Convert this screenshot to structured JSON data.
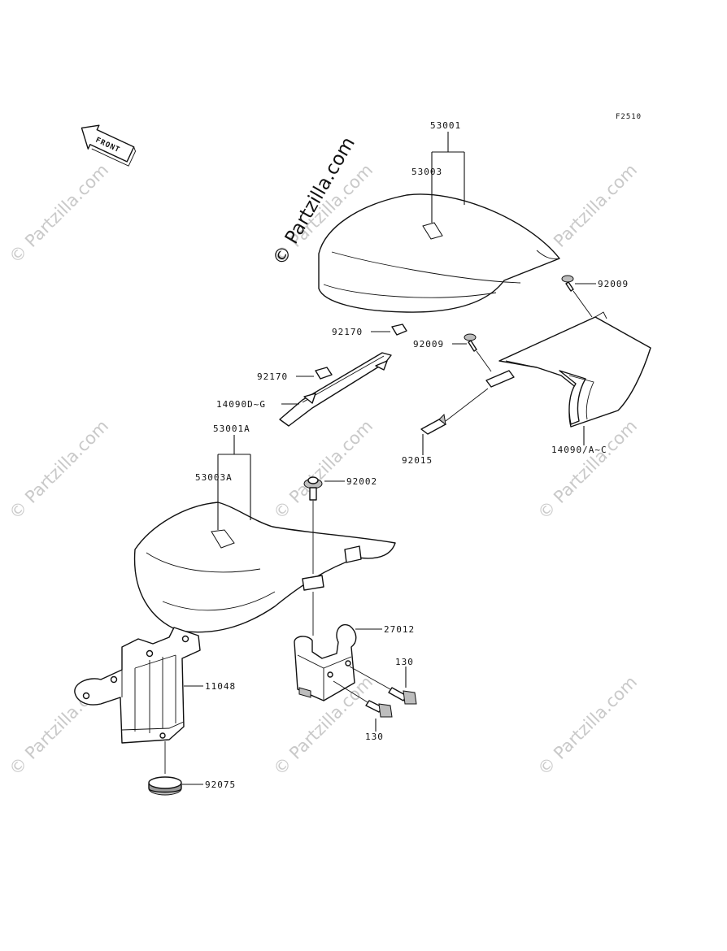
{
  "figure_code": "F2510",
  "front_arrow_label": "FRONT",
  "watermark_text": "© Partzilla.com",
  "parts": {
    "p53001": "53001",
    "p53003": "53003",
    "p92009a": "92009",
    "p92009b": "92009",
    "p92170a": "92170",
    "p92170b": "92170",
    "p14090d": "14090D~G",
    "p92015": "92015",
    "p14090a": "14090/A~C",
    "p53001a": "53001A",
    "p53003a": "53003A",
    "p92002": "92002",
    "p27012": "27012",
    "p130a": "130",
    "p130b": "130",
    "p11048": "11048",
    "p92075": "92075"
  }
}
